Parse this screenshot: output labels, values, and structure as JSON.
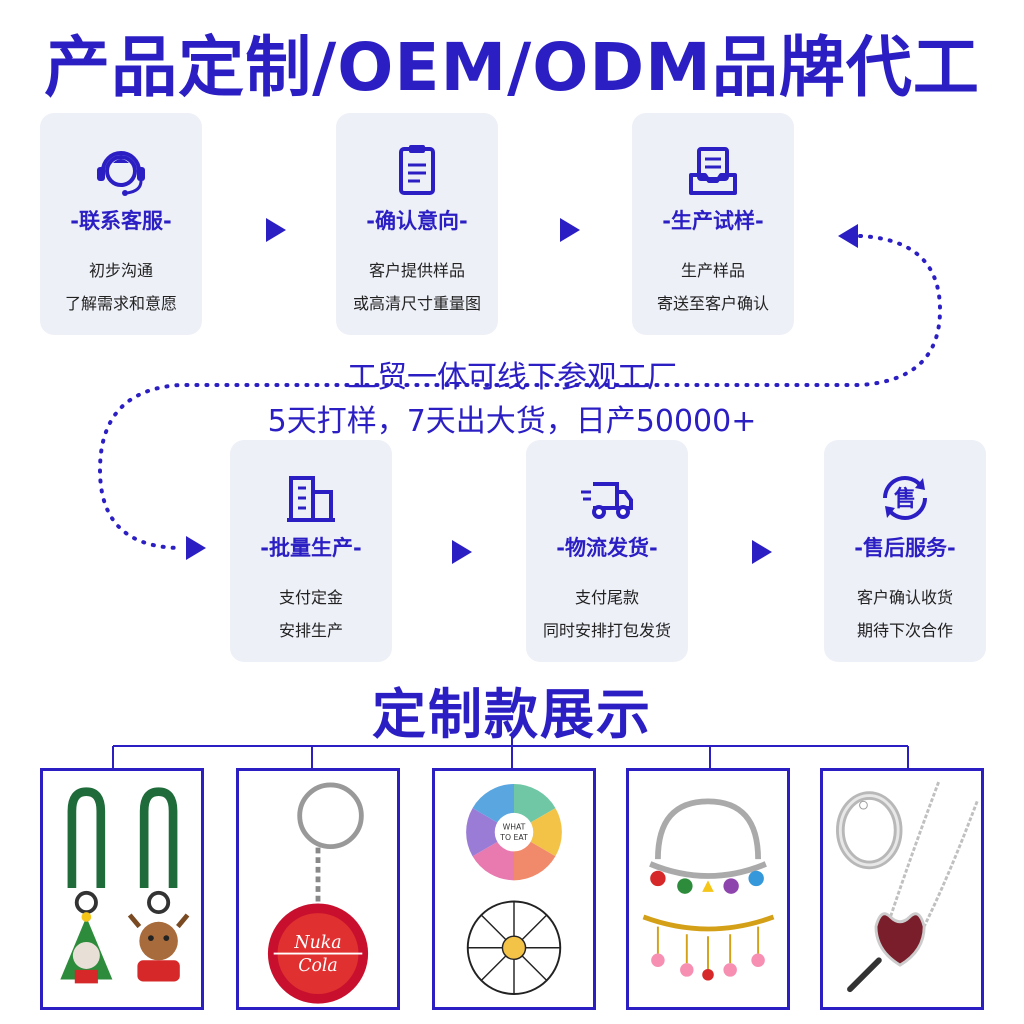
{
  "header": {
    "title": "产品定制/OEM/ODM品牌代工"
  },
  "steps": [
    {
      "name": "-联系客服-",
      "line1": "初步沟通",
      "line2": "了解需求和意愿",
      "icon": "headset-icon"
    },
    {
      "name": "-确认意向-",
      "line1": "客户提供样品",
      "line2": "或高清尺寸重量图",
      "icon": "document-icon"
    },
    {
      "name": "-生产试样-",
      "line1": "生产样品",
      "line2": "寄送至客户确认",
      "icon": "inbox-icon"
    },
    {
      "name": "-批量生产-",
      "line1": "支付定金",
      "line2": "安排生产",
      "icon": "building-icon"
    },
    {
      "name": "-物流发货-",
      "line1": "支付尾款",
      "line2": "同时安排打包发货",
      "icon": "truck-icon"
    },
    {
      "name": "-售后服务-",
      "line1": "客户确认收货",
      "line2": "期待下次合作",
      "icon": "after-sale-icon"
    }
  ],
  "factory": {
    "line1": "工贸一体可线下参观工厂",
    "line2": "5天打样，7天出大货，日产50000+"
  },
  "showcase": {
    "title": "定制款展示",
    "products": [
      {
        "icon": "christmas-keychain-icon"
      },
      {
        "icon": "bottle-cap-keychain-icon",
        "label1": "Nuka",
        "label2": "Cola"
      },
      {
        "icon": "spinner-pin-icon",
        "center_top": "WHAT",
        "center_bottom": "TO EAT"
      },
      {
        "icon": "charm-bracelet-icon"
      },
      {
        "icon": "ring-necklace-icon"
      }
    ]
  },
  "colors": {
    "accent": "#2b1fc4",
    "card_bg": "#eef0f8"
  }
}
